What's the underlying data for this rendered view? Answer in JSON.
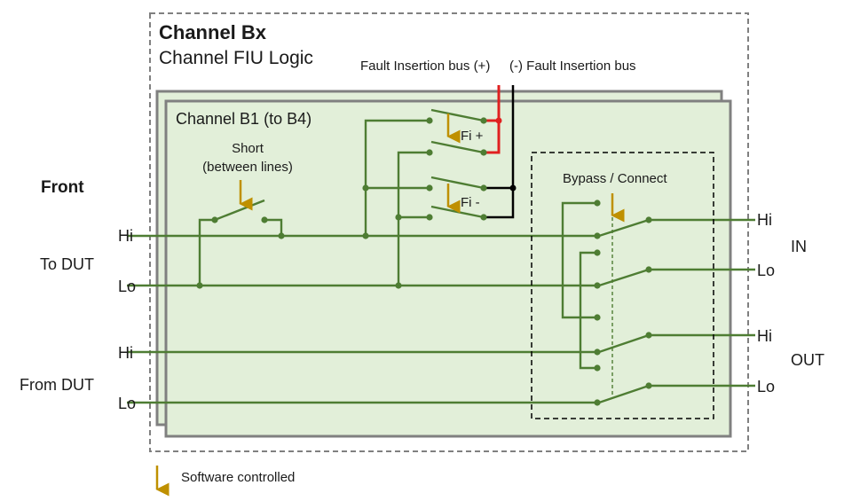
{
  "chassis": {
    "title": "Channel Bx",
    "subtitle": "Channel FIU Logic"
  },
  "card": {
    "title": "Channel B1 (to B4)"
  },
  "bus": {
    "plus_label": "Fault Insertion bus (+)",
    "minus_label": "(-) Fault Insertion bus",
    "plus_color": "#e02020",
    "minus_color": "#000000"
  },
  "switches": {
    "short_line1": "Short",
    "short_line2": "(between lines)",
    "fi_plus": "Fi +",
    "fi_minus": "Fi -",
    "bypass": "Bypass / Connect"
  },
  "front": {
    "heading": "Front",
    "to_dut": "To DUT",
    "from_dut": "From DUT",
    "hi_1": "Hi",
    "lo_1": "Lo",
    "hi_2": "Hi",
    "lo_2": "Lo"
  },
  "rear": {
    "in_label": "IN",
    "out_label": "OUT",
    "in_hi": "Hi",
    "in_lo": "Lo",
    "out_hi": "Hi",
    "out_lo": "Lo"
  },
  "legend": {
    "text": "Software controlled",
    "icon": "arrow-down-icon"
  },
  "colors": {
    "wire": "#4e7d33",
    "card_fill": "#e2efd9",
    "card_border": "#808080",
    "arrow": "#bf9000"
  }
}
